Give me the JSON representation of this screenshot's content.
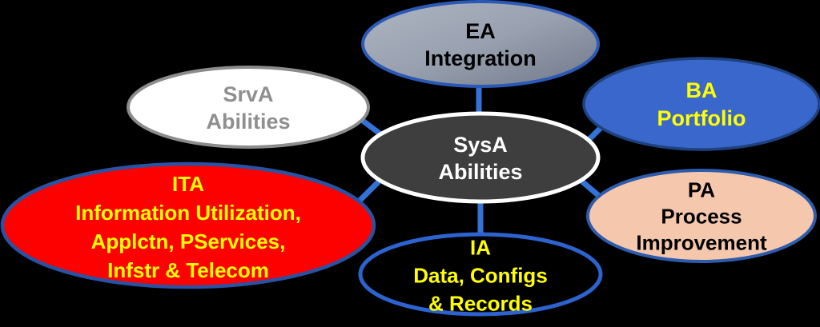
{
  "diagram": {
    "background_color": "#000000",
    "connector_color": "#3373d8",
    "nodes": {
      "ea": {
        "lines": [
          "EA",
          "Integration"
        ],
        "fill": "#97a0af",
        "border_color": "#2b59b5",
        "text_color": "#000000"
      },
      "srva": {
        "lines": [
          "SrvA",
          "Abilities"
        ],
        "fill": "#ffffff",
        "border_color": "#8c8c8c",
        "text_color": "#8f8f8f"
      },
      "sysa": {
        "lines": [
          "SysA",
          "Abilities"
        ],
        "fill": "#3e3e3e",
        "border_color": "#ffffff",
        "text_color": "#ffffff"
      },
      "ba": {
        "lines": [
          "BA",
          "Portfolio"
        ],
        "fill": "#3a67cb",
        "border_color": "#1e4280",
        "text_color": "#ffff00"
      },
      "pa": {
        "lines": [
          "PA",
          "Process",
          "Improvement"
        ],
        "fill": "#f5c7ad",
        "border_color": "#2d5cac",
        "text_color": "#000000"
      },
      "ia": {
        "lines": [
          "IA",
          "Data, Configs",
          "& Records"
        ],
        "fill": "#000000",
        "border_color": "#2d63cf",
        "text_color": "#ffff00"
      },
      "ita": {
        "lines": [
          "ITA",
          "Information Utilization,",
          "Applctn, PServices,",
          "Infstr & Telecom"
        ],
        "fill": "#fc0100",
        "border_color": "#2a52a2",
        "text_color": "#ffff00"
      }
    },
    "edges": [
      [
        "sysa",
        "ea"
      ],
      [
        "sysa",
        "srva"
      ],
      [
        "sysa",
        "ba"
      ],
      [
        "sysa",
        "pa"
      ],
      [
        "sysa",
        "ia"
      ],
      [
        "sysa",
        "ita"
      ]
    ]
  }
}
